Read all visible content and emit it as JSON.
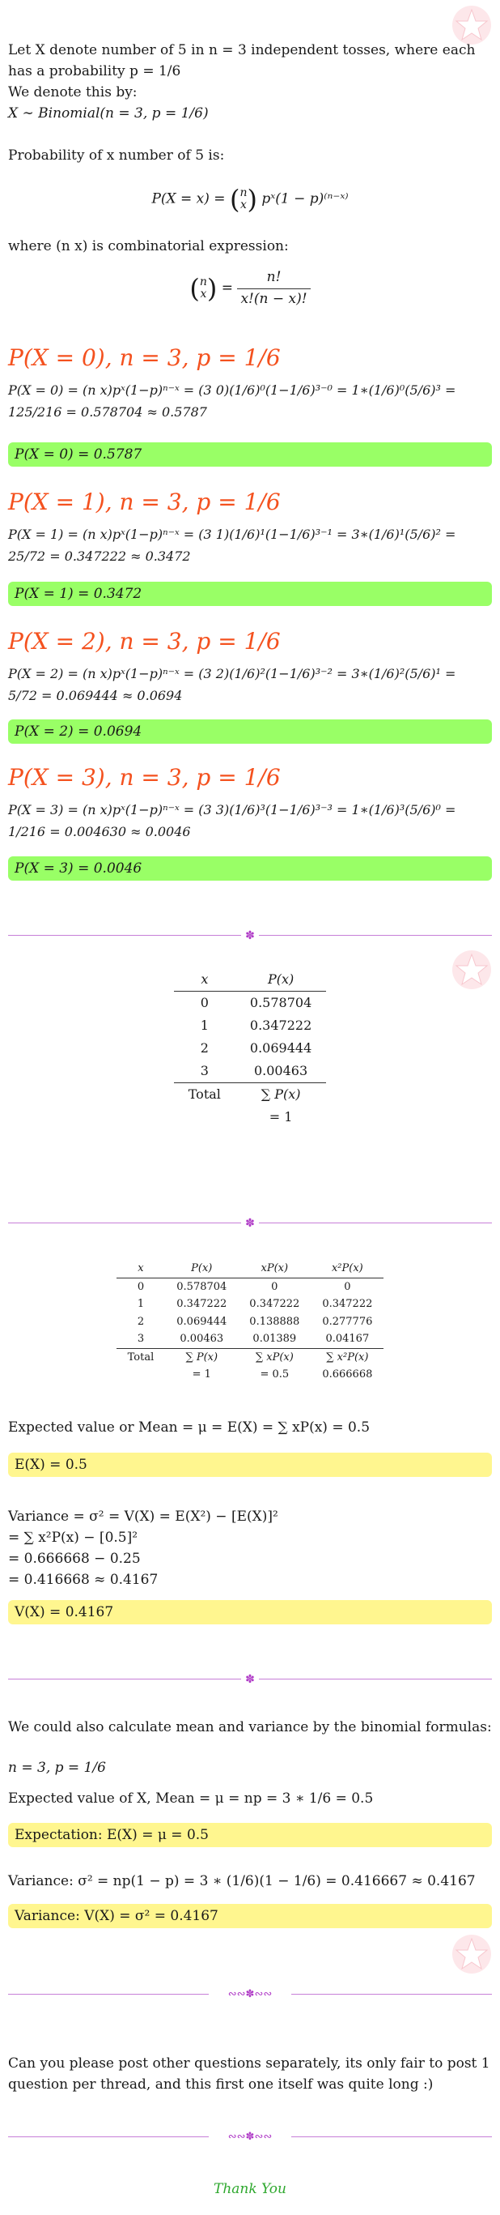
{
  "intro": {
    "line1": "Let X denote number of 5 in n = 3 independent tosses, where each has a probability p = 1/6",
    "line2": "We denote this by:",
    "line3": "X ∼ Binomial(n = 3, p = 1/6)",
    "line4": "Probability of x number of 5 is:",
    "formula_lhs": "P(X = x) =",
    "formula_rhs": "pˣ(1 − p)⁽ⁿ⁻ˣ⁾",
    "where": "where (n x) is combinatorial expression:",
    "comb_num": "n!",
    "comb_den": "x!(n − x)!",
    "binom_n": "n",
    "binom_x": "x"
  },
  "cases": [
    {
      "heading": "P(X = 0), n = 3, p = 1/6",
      "line1": "P(X = 0) = (n x)pˣ(1−p)ⁿ⁻ˣ = (3 0)(1/6)⁰(1−1/6)³⁻⁰ = 1∗(1/6)⁰(5/6)³ =",
      "line2": "125/216 = 0.578704 ≈ 0.5787",
      "result": "P(X = 0) = 0.5787"
    },
    {
      "heading": "P(X = 1), n = 3, p = 1/6",
      "line1": "P(X = 1) = (n x)pˣ(1−p)ⁿ⁻ˣ = (3 1)(1/6)¹(1−1/6)³⁻¹ = 3∗(1/6)¹(5/6)² =",
      "line2": "25/72 = 0.347222 ≈ 0.3472",
      "result": "P(X = 1) = 0.3472"
    },
    {
      "heading": "P(X = 2), n = 3, p = 1/6",
      "line1": "P(X = 2) = (n x)pˣ(1−p)ⁿ⁻ˣ = (3 2)(1/6)²(1−1/6)³⁻² = 3∗(1/6)²(5/6)¹ =",
      "line2": "5/72 = 0.069444 ≈ 0.0694",
      "result": "P(X = 2) = 0.0694"
    },
    {
      "heading": "P(X = 3), n = 3, p = 1/6",
      "line1": "P(X = 3) = (n x)pˣ(1−p)ⁿ⁻ˣ = (3 3)(1/6)³(1−1/6)³⁻³ = 1∗(1/6)³(5/6)⁰ =",
      "line2": "1/216 = 0.004630 ≈ 0.0046",
      "result": "P(X = 3) = 0.0046"
    }
  ],
  "table1": {
    "headers": [
      "x",
      "P(x)"
    ],
    "rows": [
      [
        "0",
        "0.578704"
      ],
      [
        "1",
        "0.347222"
      ],
      [
        "2",
        "0.069444"
      ],
      [
        "3",
        "0.00463"
      ]
    ],
    "total_label": "Total",
    "total_sum": "∑ P(x)",
    "total_value": "= 1"
  },
  "table2": {
    "headers": [
      "x",
      "P(x)",
      "xP(x)",
      "x²P(x)"
    ],
    "rows": [
      [
        "0",
        "0.578704",
        "0",
        "0"
      ],
      [
        "1",
        "0.347222",
        "0.347222",
        "0.347222"
      ],
      [
        "2",
        "0.069444",
        "0.138888",
        "0.277776"
      ],
      [
        "3",
        "0.00463",
        "0.01389",
        "0.04167"
      ]
    ],
    "total_label": "Total",
    "total_sums": [
      "∑ P(x)",
      "∑ xP(x)",
      "∑ x²P(x)"
    ],
    "total_values": [
      "= 1",
      "= 0.5",
      "0.666668"
    ]
  },
  "mean": {
    "line": "Expected value or Mean = μ = E(X) = ∑ xP(x) = 0.5",
    "result": "E(X) = 0.5"
  },
  "variance": {
    "line1": "Variance = σ² = V(X) = E(X²) − [E(X)]²",
    "line2": "= ∑ x²P(x) − [0.5]²",
    "line3": "= 0.666668 − 0.25",
    "line4": "= 0.416668 ≈ 0.4167",
    "result": "V(X) = 0.4167"
  },
  "formulas": {
    "intro": "We could also calculate mean and variance by the binomial formulas:",
    "params": "n = 3, p = 1/6",
    "mean_line": "Expected value of X, Mean = μ = np = 3 ∗ 1/6 = 0.5",
    "mean_result": "Expectation: E(X) = μ = 0.5",
    "var_line": "Variance: σ² = np(1 − p) = 3 ∗ (1/6)(1 − 1/6) = 0.416667 ≈ 0.4167",
    "var_result": "Variance: V(X) = σ² = 0.4167"
  },
  "closing": {
    "note": "Can you please post other questions separately, its only fair to post 1 question per thread, and this first one itself was quite long :)",
    "thanks": "Thank You"
  },
  "colors": {
    "heading": "#f4511e",
    "green_box": "#99ff66",
    "yellow_box": "#fff68f",
    "divider": "#c77fd8",
    "thanks": "#2ea82e"
  }
}
